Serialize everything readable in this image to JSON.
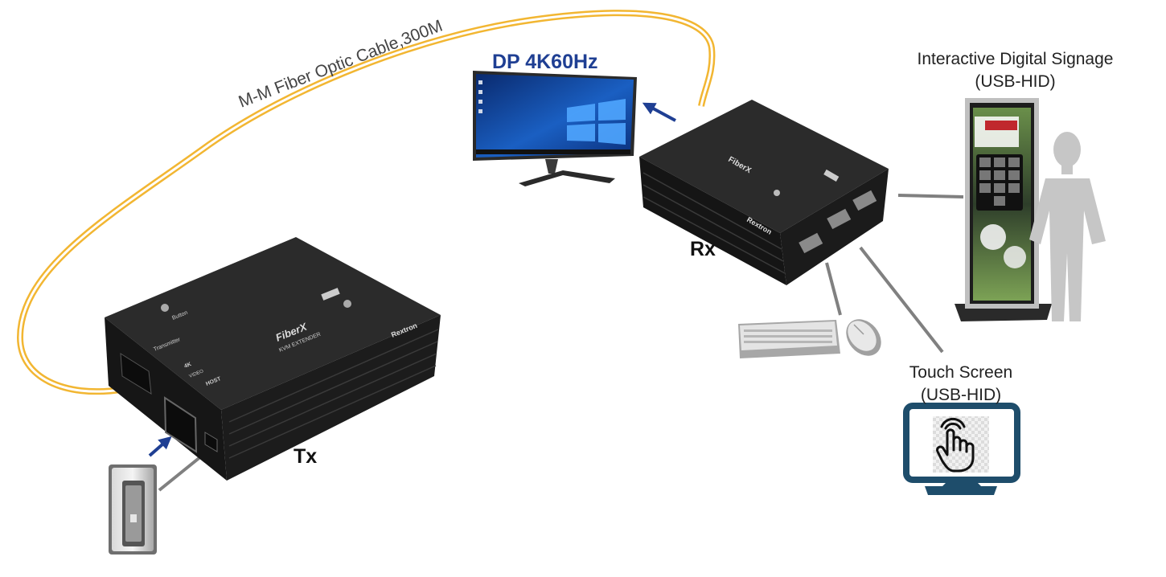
{
  "labels": {
    "cable": "M-M Fiber Optic Cable,300M",
    "display": "DP 4K60Hz",
    "receiver": "Rx",
    "transmitter": "Tx",
    "signage_line1": "Interactive Digital Signage",
    "signage_line2": "(USB-HID)",
    "touch_line1": "Touch Screen",
    "touch_line2": "(USB-HID)"
  },
  "device_markings": {
    "product_logo": "FiberX",
    "product_subtitle": "KVM EXTENDER",
    "brand": "Rextron",
    "tx_port_host": "HOST",
    "tx_port_video": "VIDEO",
    "tx_port_4k": "4K",
    "tx_button": "Button",
    "tx_mode": "Transmitter"
  },
  "colors": {
    "fiber_cable": "#f2b632",
    "arrow": "#1f3f93",
    "connector_line": "#808080",
    "device_body": "#1b1b1b",
    "touch_screen_frame": "#1e4d6b",
    "person": "#c6c6c6"
  },
  "icons": [
    "fiber-cable",
    "monitor-icon",
    "pc-tower-icon",
    "keyboard-icon",
    "mouse-icon",
    "kiosk-icon",
    "person-icon",
    "touch-screen-icon",
    "touch-hand-icon"
  ]
}
